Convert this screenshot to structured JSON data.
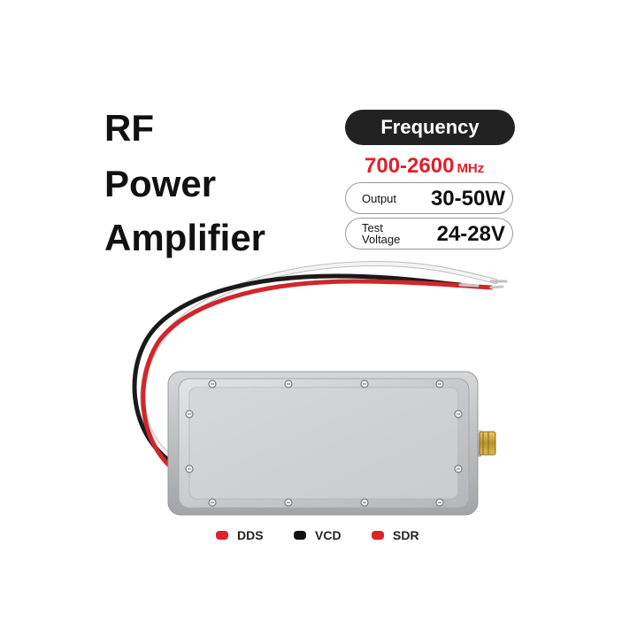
{
  "title": {
    "line1": "RF",
    "line2": "Power",
    "line3": "Amplifier"
  },
  "frequency": {
    "label": "Frequency",
    "range": "700-2600",
    "unit": "MHz"
  },
  "specs": {
    "output": {
      "label": "Output",
      "value": "30-50W"
    },
    "voltage": {
      "label": "Test Voltage",
      "value": "24-28V"
    }
  },
  "legend": [
    {
      "label": "DDS",
      "color": "#e0202a"
    },
    {
      "label": "VCD",
      "color": "#111111"
    },
    {
      "label": "SDR",
      "color": "#e0202a"
    }
  ],
  "colors": {
    "accent": "#e0202a",
    "dark": "#222222"
  }
}
